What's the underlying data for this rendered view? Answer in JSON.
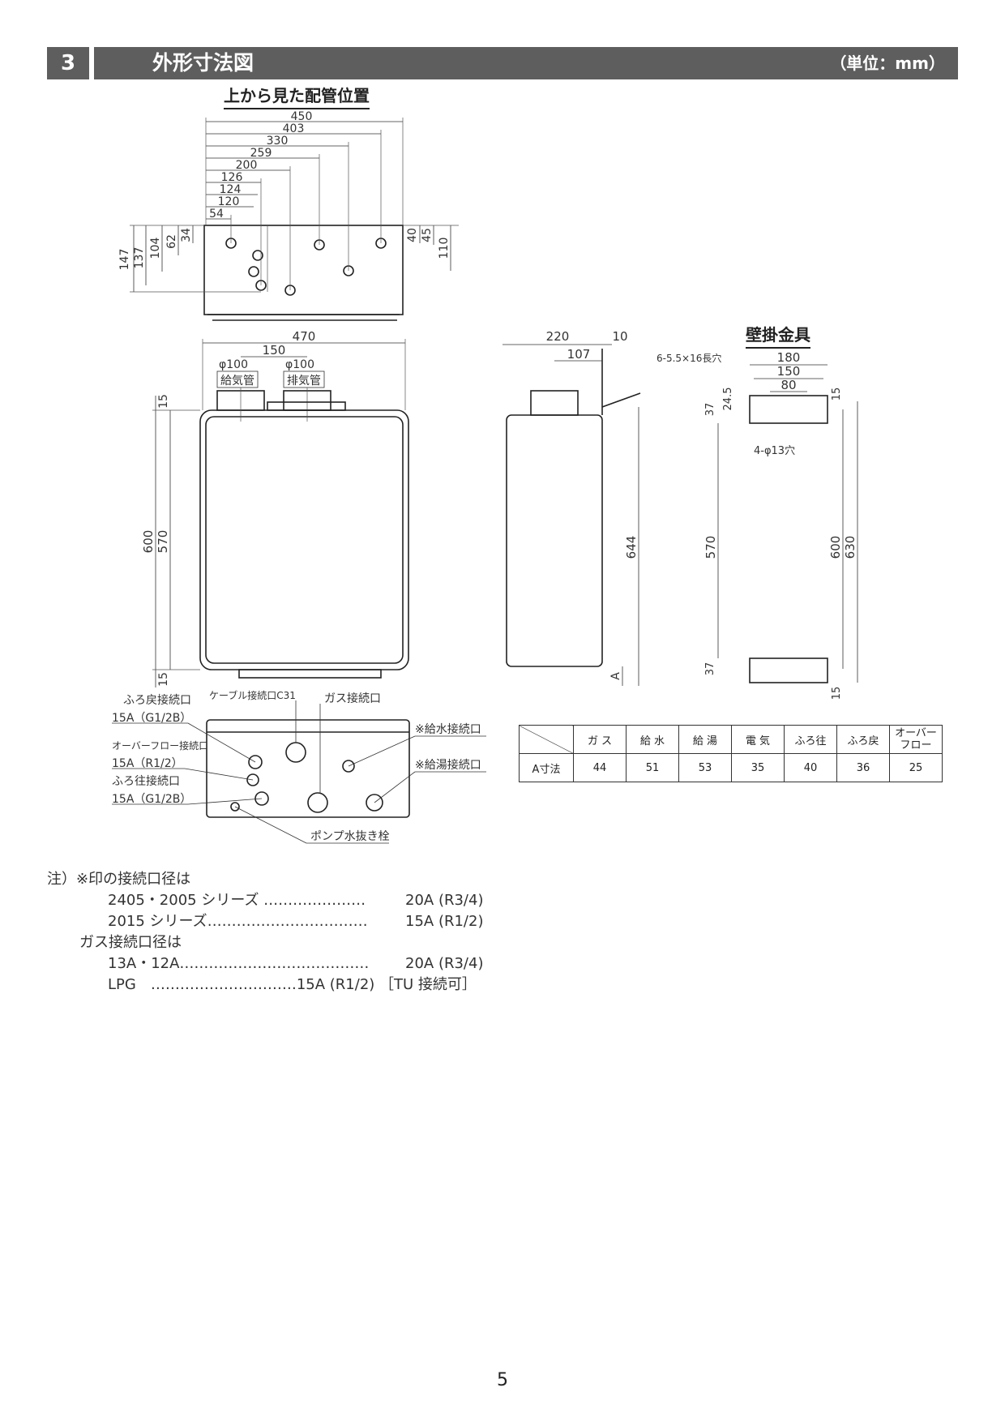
{
  "header": {
    "number": "3",
    "title": "外形寸法図",
    "unit": "（単位：mm）"
  },
  "top_view": {
    "title": "上から見た配管位置",
    "h_dims": [
      "450",
      "403",
      "330",
      "259",
      "200",
      "126",
      "124",
      "120",
      "54"
    ],
    "v_dims_left": [
      "147",
      "137",
      "104",
      "62",
      "34"
    ],
    "v_dims_right": [
      "40",
      "45",
      "110"
    ]
  },
  "front_view": {
    "width_470": "470",
    "width_150": "150",
    "pipe_dia_1": "φ100",
    "pipe_dia_2": "φ100",
    "intake_label": "給気管",
    "exhaust_label": "排気管",
    "dim_15_top": "15",
    "dim_600": "600",
    "dim_570": "570",
    "dim_15_bottom": "15"
  },
  "side_view": {
    "dim_220": "220",
    "dim_10": "10",
    "dim_107": "107",
    "dim_644": "644",
    "dim_A": "A"
  },
  "bracket": {
    "title": "壁掛金具",
    "slot_label": "6-5.5×16長穴",
    "dim_180": "180",
    "dim_150": "150",
    "dim_80": "80",
    "dim_24_5": "24.5",
    "dim_15a": "15",
    "dim_37a": "37",
    "hole_label": "4-φ13穴",
    "dim_570": "570",
    "dim_600": "600",
    "dim_630": "630",
    "dim_37b": "37",
    "dim_15b": "15"
  },
  "bottom_view": {
    "bath_return": "ふろ戻接続口",
    "bath_return_size": "15A（G1/2B）",
    "cable": "ケーブル接続口C31",
    "gas": "ガス接続口",
    "overflow": "オーバーフロー接続口",
    "overflow_size": "15A（R1/2）",
    "bath_go": "ふろ往接続口",
    "bath_go_size": "15A（G1/2B）",
    "water_supply": "※給水接続口",
    "hot_water": "※給湯接続口",
    "pump_drain": "ポンプ水抜き栓"
  },
  "a_table": {
    "headers": [
      "ガ ス",
      "給 水",
      "給 湯",
      "電 気",
      "ふろ往",
      "ふろ戻",
      "オーバー\nフロー"
    ],
    "row_label": "A寸法",
    "values": [
      "44",
      "51",
      "53",
      "35",
      "40",
      "36",
      "25"
    ]
  },
  "notes": {
    "line1": "注）※印の接続口径は",
    "line2a": "2405・2005 シリーズ …………………",
    "line2b": "20A (R3/4)",
    "line3a": "2015 シリーズ……………………………",
    "line3b": "15A (R1/2)",
    "line4": "ガス接続口径は",
    "line5a": "13A・12A…………………………………",
    "line5b": "20A (R3/4)",
    "line6": "LPG　…………………………15A (R1/2) ［TU 接続可］"
  },
  "page_number": "5"
}
